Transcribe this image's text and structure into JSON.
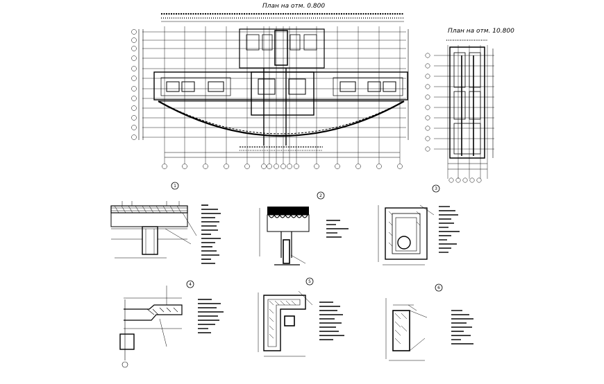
{
  "titles": {
    "plan_main": "План на отм. 0.800",
    "plan_side": "План на отм. 10.800"
  },
  "details": [
    {
      "id": "1",
      "marker": "1"
    },
    {
      "id": "2",
      "marker": "2"
    },
    {
      "id": "3",
      "marker": "3"
    },
    {
      "id": "4",
      "marker": "4"
    },
    {
      "id": "5",
      "marker": "5"
    },
    {
      "id": "6",
      "marker": "6"
    }
  ],
  "colors": {
    "ink": "#000000",
    "paper": "#ffffff"
  }
}
